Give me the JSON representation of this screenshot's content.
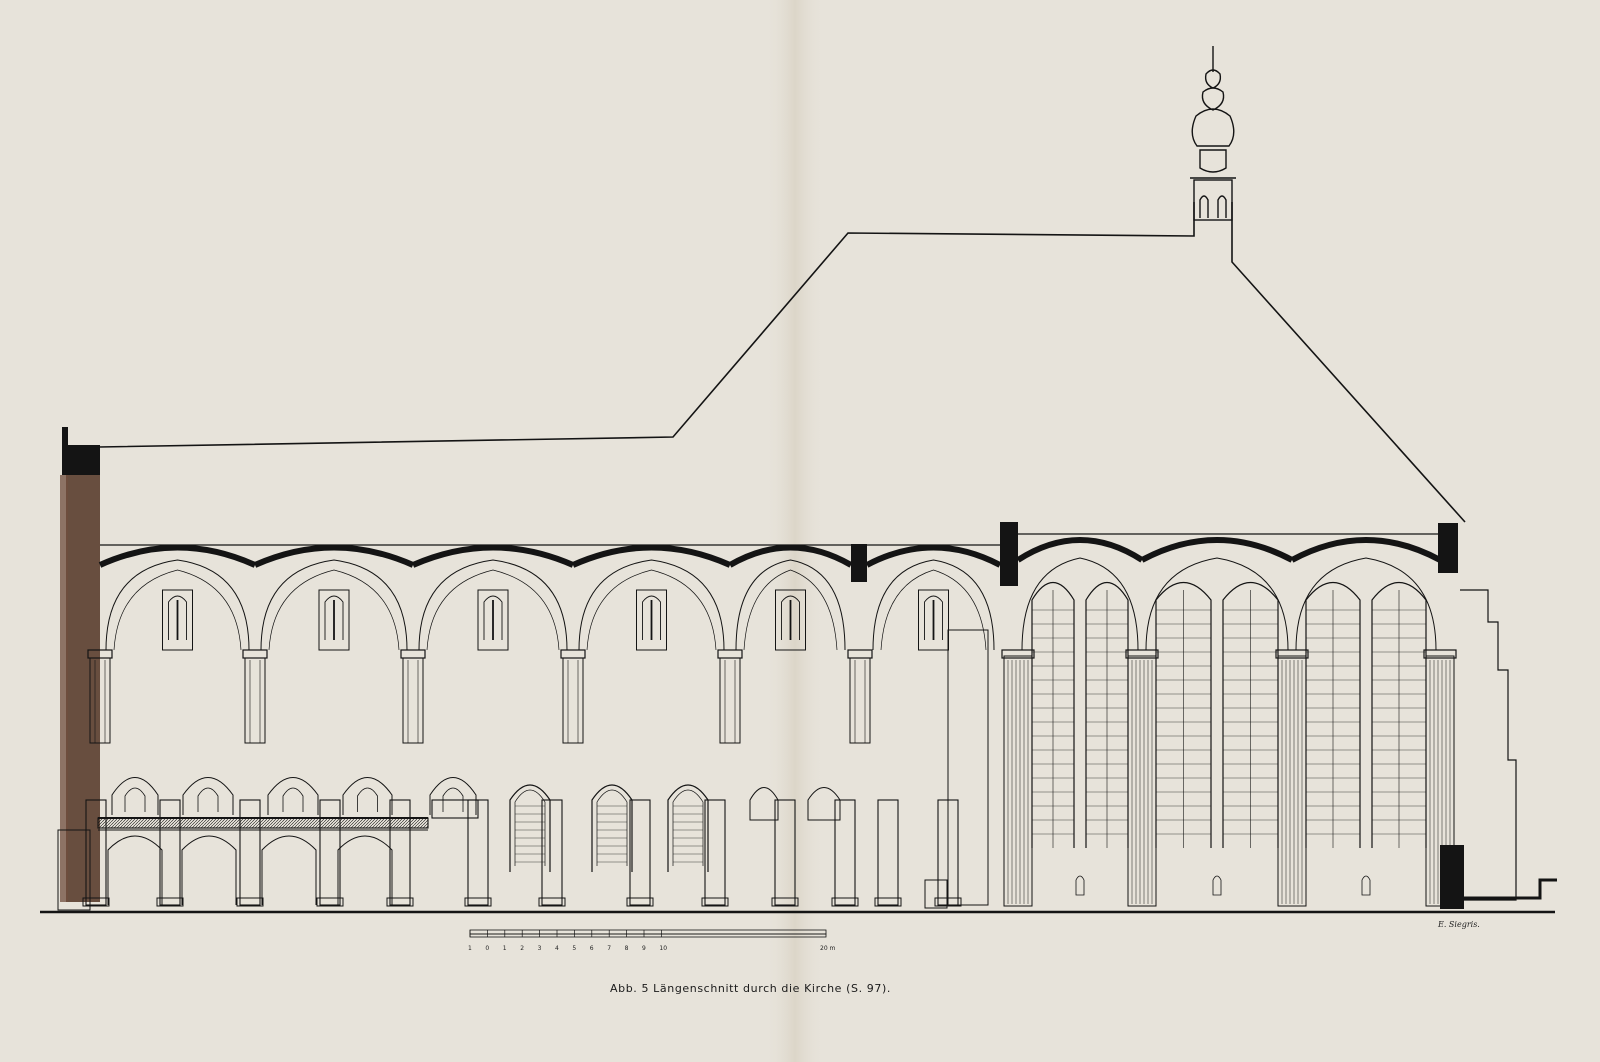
{
  "figure": {
    "caption": "Abb. 5  Längenschnitt durch die Kirche (S. 97).",
    "signature": "E. Siegris.",
    "scale_bar": {
      "tick_labels": [
        "1",
        "0",
        "1",
        "2",
        "3",
        "4",
        "5",
        "6",
        "7",
        "8",
        "9",
        "10"
      ],
      "end_label": "20 m"
    }
  },
  "colors": {
    "paper": "#e7e3da",
    "ink": "#141414",
    "wall_brown": "#5a3d2e"
  }
}
